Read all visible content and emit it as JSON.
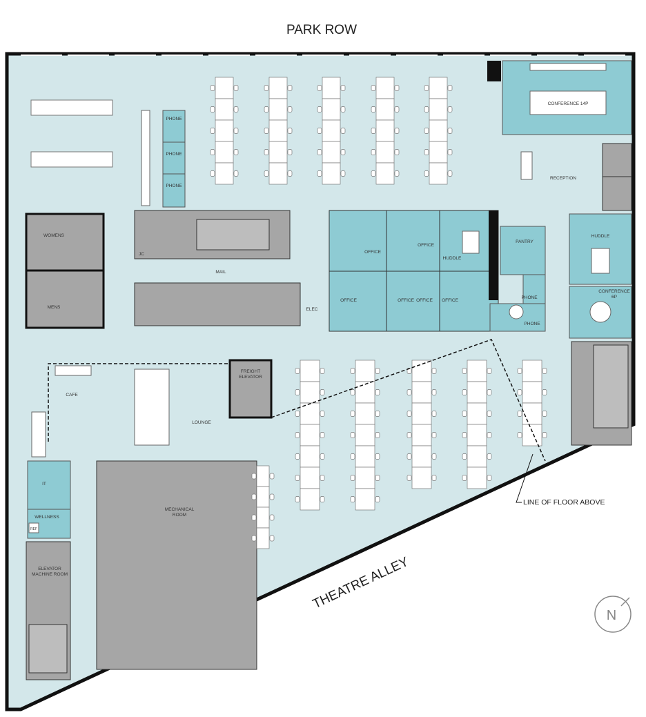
{
  "streets": {
    "north": "PARK ROW",
    "south": "THEATRE ALLEY"
  },
  "annotation": "LINE OF FLOOR ABOVE",
  "north_arrow": "N",
  "rooms": {
    "conference_14p": "CONFERENCE 14P",
    "reception": "RECEPTION",
    "phone_1": "PHONE",
    "phone_2": "PHONE",
    "phone_3": "PHONE",
    "jc": "JC",
    "mail": "MAIL",
    "elec": "ELEC",
    "office_1": "OFFICE",
    "office_2": "OFFICE",
    "huddle_1": "HUDDLE",
    "office_3": "OFFICE",
    "office_4": "OFFICE",
    "office_5": "OFFICE",
    "office_6": "OFFICE",
    "pantry": "PANTRY",
    "phone_4": "PHONE",
    "phone_5": "PHONE",
    "huddle_2": "HUDDLE",
    "conference_6p_line1": "CONFERENCE",
    "conference_6p_line2": "6P",
    "womens": "WOMENS",
    "mens": "MENS",
    "cafe": "CAFE",
    "lounge": "LOUNGE",
    "freight_elevator_line1": "FREIGHT",
    "freight_elevator_line2": "ELEVATOR",
    "mechanical_room_line1": "MECHANICAL",
    "mechanical_room_line2": "ROOM",
    "it": "IT",
    "wellness": "WELLNESS",
    "ref": "REF",
    "elevator_machine_room_line1": "ELEVATOR",
    "elevator_machine_room_line2": "MACHINE ROOM"
  },
  "colors": {
    "floor": "#d3e7ea",
    "room_teal": "#8ecbd3",
    "core_gray": "#a6a6a6",
    "wall": "#111111"
  }
}
